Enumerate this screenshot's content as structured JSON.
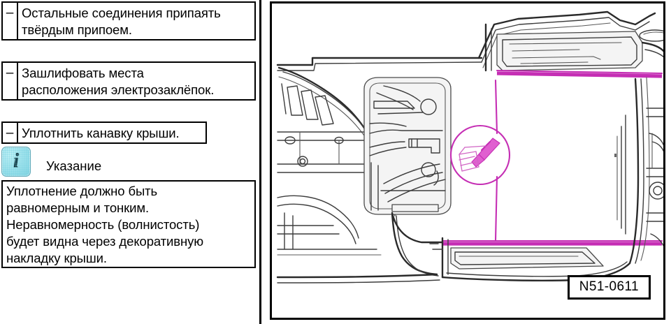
{
  "document": {
    "language": "ru",
    "page_kind": "service-manual-step"
  },
  "instructions": [
    {
      "bullet": "–",
      "lines": [
        "Остальные соединения припаять",
        "твёрдым припоем."
      ]
    },
    {
      "bullet": "–",
      "lines": [
        "Зашлифовать места",
        "расположения электрозаклёпок."
      ]
    },
    {
      "bullet": "–",
      "lines": [
        "Уплотнить канавку крыши."
      ]
    }
  ],
  "note": {
    "icon": "info-icon",
    "icon_glyph": "i",
    "icon_color": "#9fe2ec",
    "heading": "Указание",
    "lines": [
      "Уплотнение должно быть",
      "равномерным и тонким.",
      "Неравномерность (волнистость)",
      "будет видна через декоративную",
      "накладку крыши."
    ]
  },
  "figure": {
    "number": "N51-0611",
    "subject": "car-roof-top-view",
    "highlight_color": "#c52eb4",
    "line_color": "#3a3a3a",
    "callout": {
      "kind": "detail-circle",
      "contents": "sealant-applicator-nozzle-in-roof-groove"
    },
    "highlighted_parts": [
      "upper-roof-groove-seam",
      "lower-roof-groove-seam"
    ]
  }
}
